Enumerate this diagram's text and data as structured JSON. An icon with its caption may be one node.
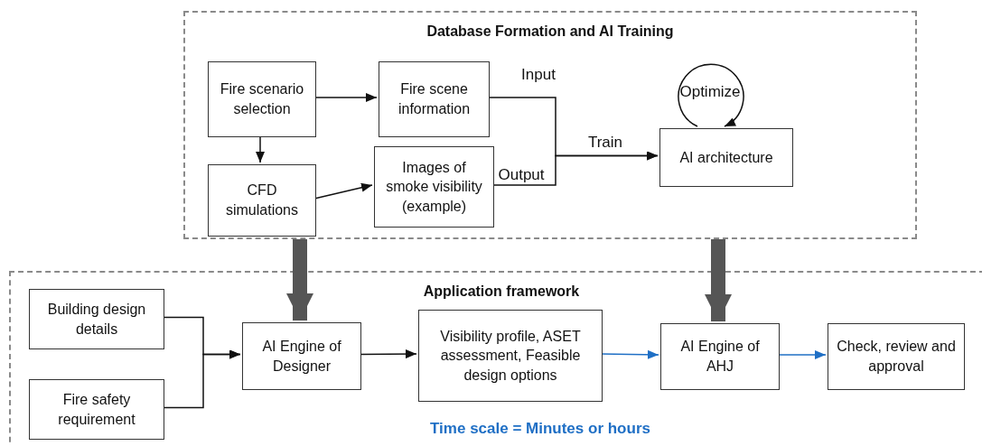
{
  "diagram": {
    "nodes": [
      {
        "text": [
          "Database Formation and AI Training"
        ]
      },
      {
        "text": [
          "Fire scenario selection"
        ],
        "in": 0
      },
      {
        "text": [
          "Fire scene information"
        ],
        "in": 0
      },
      {
        "text": [
          "CFD simulations"
        ],
        "in": 0
      },
      {
        "text": [
          "Images of smoke visibility (example)"
        ],
        "in": 0
      },
      {
        "text": [
          "AI architecture"
        ],
        "in": 0
      },
      {
        "text": [
          "Application framework"
        ]
      },
      {
        "text": [
          "Building design details"
        ],
        "in": 6
      },
      {
        "text": [
          "Fire safety requirement"
        ],
        "in": 6
      },
      {
        "text": [
          "AI Engine of Designer"
        ],
        "in": 6
      },
      {
        "text": [
          "Visibility profile, ASET assessment, Feasible design options"
        ],
        "in": 6
      },
      {
        "text": [
          "AI Engine of AHJ"
        ],
        "in": 6
      },
      {
        "text": [
          "Check, review and approval"
        ],
        "in": 6
      }
    ],
    "edges": [
      {
        "from": 1,
        "to": 2,
        "arrow": "to"
      },
      {
        "from": 1,
        "to": 3,
        "arrow": "to"
      },
      {
        "from": 3,
        "to": 4,
        "arrow": "to"
      },
      {
        "from": 2,
        "to": 5,
        "arrow": "to",
        "label": "Input"
      },
      {
        "from": 4,
        "to": 5,
        "arrow": "to",
        "label": "Output"
      },
      {
        "from": 5,
        "to": 5,
        "arrow": "to",
        "label": "Optimize"
      },
      {
        "from": 7,
        "to": 9,
        "arrow": "to"
      },
      {
        "from": 8,
        "to": 9,
        "arrow": "to"
      },
      {
        "from": 9,
        "to": 10,
        "arrow": "to"
      },
      {
        "from": 10,
        "to": 11,
        "arrow": "to",
        "color": "#1f6fc5"
      },
      {
        "from": 11,
        "to": 12,
        "arrow": "to",
        "color": "#1f6fc5"
      },
      {
        "from": 0,
        "to": 9,
        "arrow": "to",
        "style": "thick",
        "color": "#555555"
      },
      {
        "from": 0,
        "to": 11,
        "arrow": "to",
        "style": "thick",
        "color": "#555555"
      }
    ],
    "labels": [
      "Train",
      "Time scale = Minutes or hours"
    ]
  }
}
